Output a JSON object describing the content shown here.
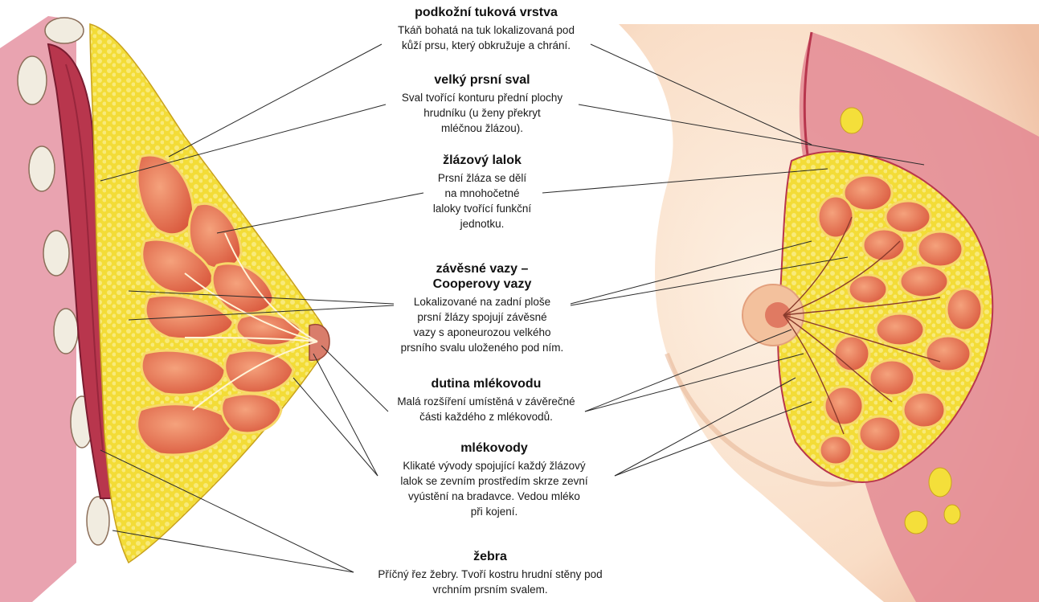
{
  "labels": [
    {
      "title": "podkožní tuková vrstva",
      "text": "Tkáň bohatá na tuk lokalizovaná pod\nkůží prsu, který obkružuje a chrání."
    },
    {
      "title": "velký prsní sval",
      "text": "Sval tvořící konturu přední plochy\nhrudníku (u ženy překryt\nmléčnou žlázou)."
    },
    {
      "title": "žlázový lalok",
      "text": "Prsní žláza se dělí\nna mnohočetné\nlaloky tvořící funkční\njednotku."
    },
    {
      "title": "závěsné vazy –\nCooperovy vazy",
      "text": "Lokalizované na zadní ploše\nprsní žlázy spojují závěsné\nvazy s aponeurozou velkého\nprsního svalu uloženého pod ním."
    },
    {
      "title": "dutina mlékovodu",
      "text": "Malá rozšíření umístěná v závěrečné\nčásti každého z mlékovodů."
    },
    {
      "title": "mlékovody",
      "text": "Klikaté vývody spojující každý žlázový\nlalok se zevním prostředím skrze zevní\nvyústění na bradavce. Vedou mléko\npři kojení."
    },
    {
      "title": "žebra",
      "text": "Příčný řez žebry. Tvoří kostru hrudní stěny pod\nvrchním prsním svalem."
    }
  ],
  "colors": {
    "fat": "#f4df3a",
    "fat_light": "#f8ec82",
    "lobule": "#e5674a",
    "lobule_light": "#f29a75",
    "muscle": "#b8364d",
    "muscle_dark": "#8a1f35",
    "rib": "#f1ece0",
    "skin": "#fbe4cf",
    "skin_shadow": "#f2c8ac",
    "leader_line": "#2a2a2a"
  }
}
